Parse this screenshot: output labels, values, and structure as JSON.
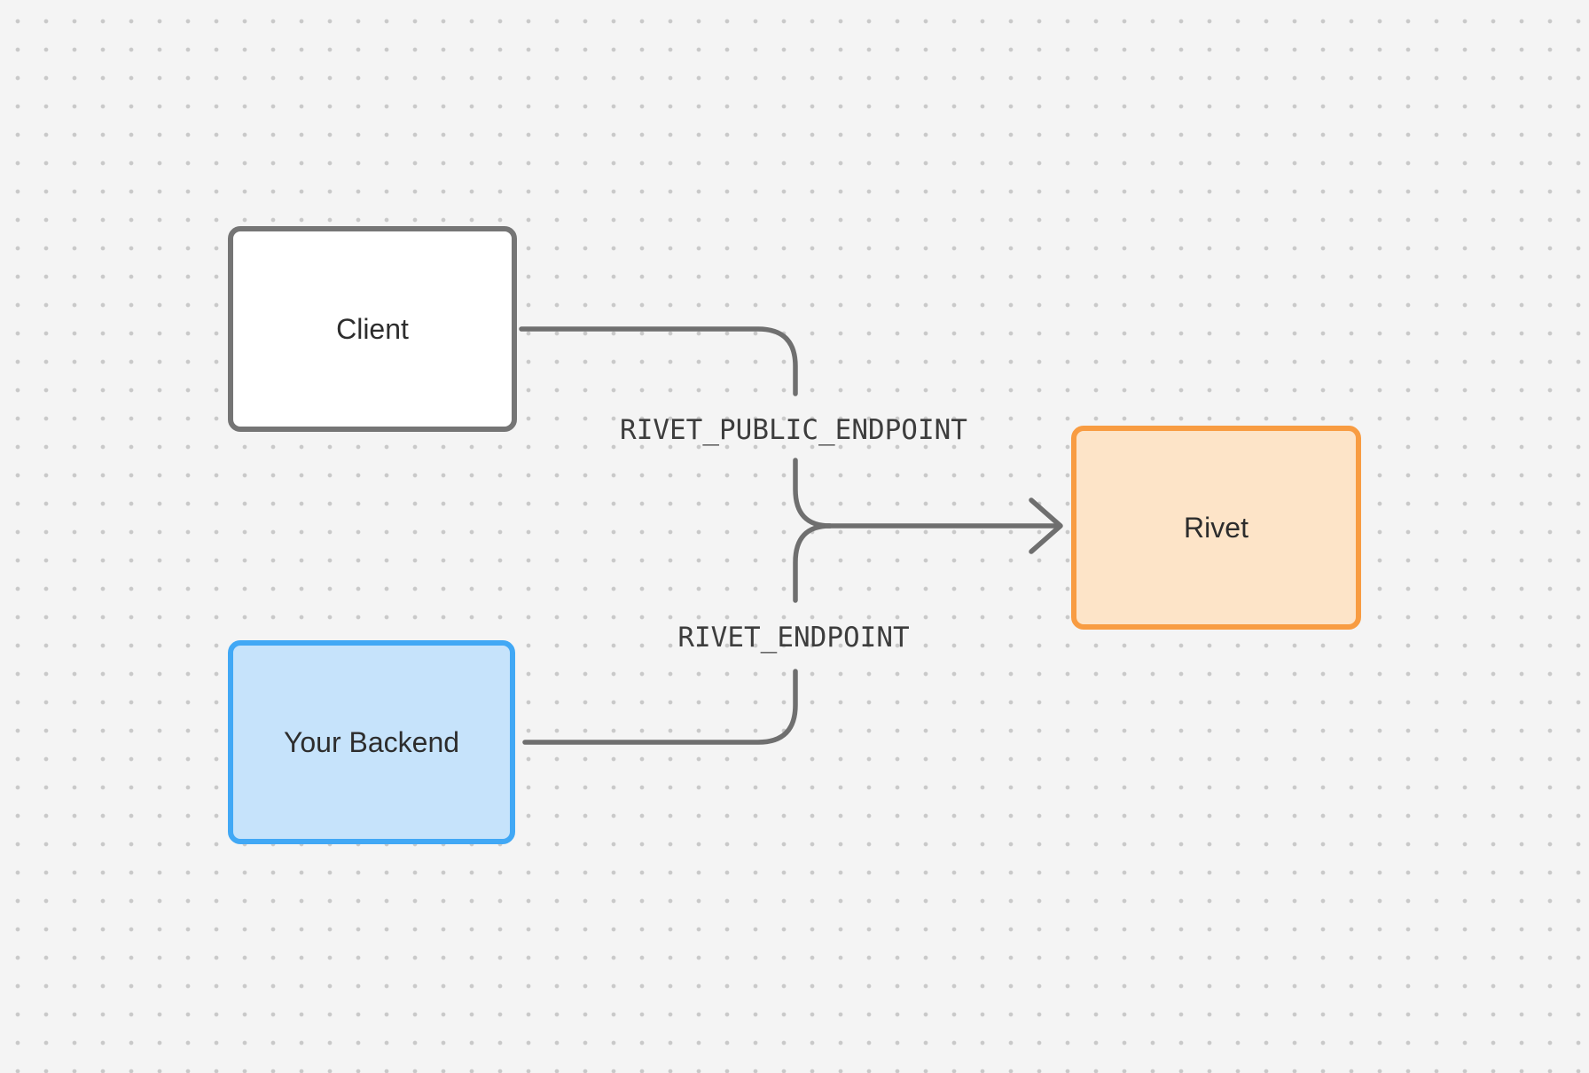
{
  "diagram": {
    "theme": {
      "bg": "#f4f4f4",
      "dot": "#c9c9c9",
      "line": "#6f6f6f",
      "text": "#2d2d2d",
      "labelText": "#3d3d3d"
    },
    "nodes": [
      {
        "id": "client",
        "label": "Client",
        "fill": "#ffffff",
        "border": "#757575"
      },
      {
        "id": "your-backend",
        "label": "Your Backend",
        "fill": "#c6e3fb",
        "border": "#41a8f5"
      },
      {
        "id": "rivet",
        "label": "Rivet",
        "fill": "#fde4c8",
        "border": "#f89c42"
      }
    ],
    "edges": [
      {
        "from": "client",
        "to": "rivet",
        "label": "RIVET_PUBLIC_ENDPOINT"
      },
      {
        "from": "your-backend",
        "to": "rivet",
        "label": "RIVET_ENDPOINT"
      }
    ]
  }
}
